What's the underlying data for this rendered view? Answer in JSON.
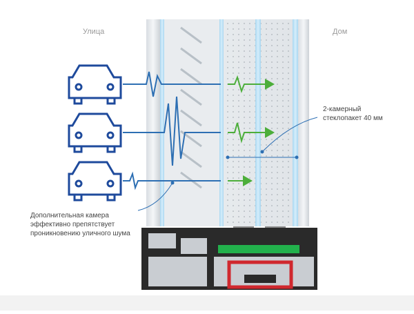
{
  "labels": {
    "street": "Улица",
    "home": "Дом",
    "unit_line1": "2-камерный",
    "unit_line2": "стеклопакет 40 мм",
    "chamber_line1": "Дополнительная камера",
    "chamber_line2": "эффективно препятствует",
    "chamber_line3": "проникновению уличного шума"
  },
  "icons": [
    "car-icon",
    "car-icon",
    "car-icon",
    "wave-icon",
    "arrow-right-icon"
  ],
  "colors": {
    "blue_dark": "#1e4a9c",
    "blue_wave": "#2d6fb3",
    "green_wave": "#4cae3a",
    "glass_blue": "#8fc8ea",
    "profile_dark": "#2a2a2a",
    "profile_grey": "#c9cdd2",
    "seal_green": "#22b14c",
    "seal_red": "#d0282e"
  }
}
